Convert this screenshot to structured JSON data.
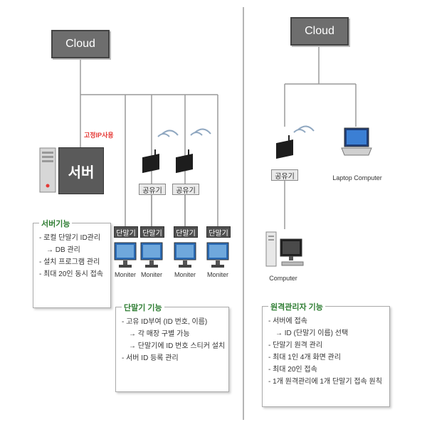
{
  "left": {
    "cloud_label": "Cloud",
    "static_ip_label": "고정IP사용",
    "server_label": "서버",
    "routers": [
      {
        "label": "공유기"
      },
      {
        "label": "공유기"
      }
    ],
    "terminals": [
      {
        "tag": "단말기",
        "caption": "Moniter"
      },
      {
        "tag": "단말기",
        "caption": "Moniter"
      },
      {
        "tag": "단말기",
        "caption": "Moniter"
      },
      {
        "tag": "단말기",
        "caption": "Moniter"
      }
    ],
    "server_panel": {
      "title": "서버기능",
      "items": [
        "- 로컬 단말기 ID관리",
        "  → DB 관리",
        "- 설치 프로그램 관리",
        "- 최대 20인 동시 접속"
      ]
    },
    "terminal_panel": {
      "title": "단말기 기능",
      "items": [
        "- 고유 ID부여 (ID 번호, 이름)",
        "  → 각 매장 구별 가능",
        "  → 단말기에 ID 번호 스티커 설치",
        "",
        "- 서버 ID 등록 관리"
      ]
    }
  },
  "right": {
    "cloud_label": "Cloud",
    "router_label": "공유기",
    "laptop_caption": "Laptop Computer",
    "computer_caption": "Computer",
    "remote_panel": {
      "title": "원격관리자 기능",
      "items": [
        "- 서버에 접속",
        "  → ID (단말기 이름) 선택",
        "- 단말기 원격 관리",
        "- 최대 1인 4개 화면 관리",
        "- 최대 20인 접속",
        "- 1개 원격관리에 1개 단말기 접속 원칙"
      ]
    }
  }
}
